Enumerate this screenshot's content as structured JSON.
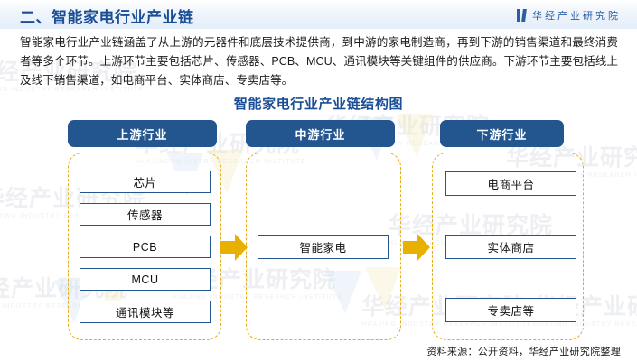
{
  "header": {
    "title": "二、智能家电行业产业链",
    "logo_text": "华经产业研究院",
    "logo_icon": "book-mark-icon"
  },
  "intro": {
    "paragraph": "智能家电行业产业链涵盖了从上游的元器件和底层技术提供商，到中游的家电制造商，再到下游的销售渠道和最终消费者等多个环节。上游环节主要包括芯片、传感器、PCB、MCU、通讯模块等关键组件的供应商。下游环节主要包括线上及线下销售渠道，如电商平台、实体商店、专卖店等。"
  },
  "chart": {
    "title": "智能家电行业产业链结构图",
    "columns": [
      {
        "id": "upstream",
        "head": "上游行业",
        "nodes": [
          "芯片",
          "传感器",
          "PCB",
          "MCU",
          "通讯模块等"
        ]
      },
      {
        "id": "midstream",
        "head": "中游行业",
        "nodes": [
          "智能家电"
        ]
      },
      {
        "id": "downstream",
        "head": "下游行业",
        "nodes": [
          "电商平台",
          "实体商店",
          "专卖店等"
        ]
      }
    ],
    "arrows": [
      "arrow-right-icon",
      "arrow-right-icon"
    ],
    "colors": {
      "header_blue": "#23558F",
      "node_border": "#23558F",
      "dashed_gold": "#E5AE16",
      "arrow_gold": "#E8B000",
      "title_blue": "#1a4f96"
    }
  },
  "footer": {
    "source": "资料来源：公开资料，华经产业研究院整理"
  },
  "watermark": {
    "text": "华经产业研究院",
    "sub": "HUAJING INDUSTRY RESEARCH INSTITUTE"
  }
}
